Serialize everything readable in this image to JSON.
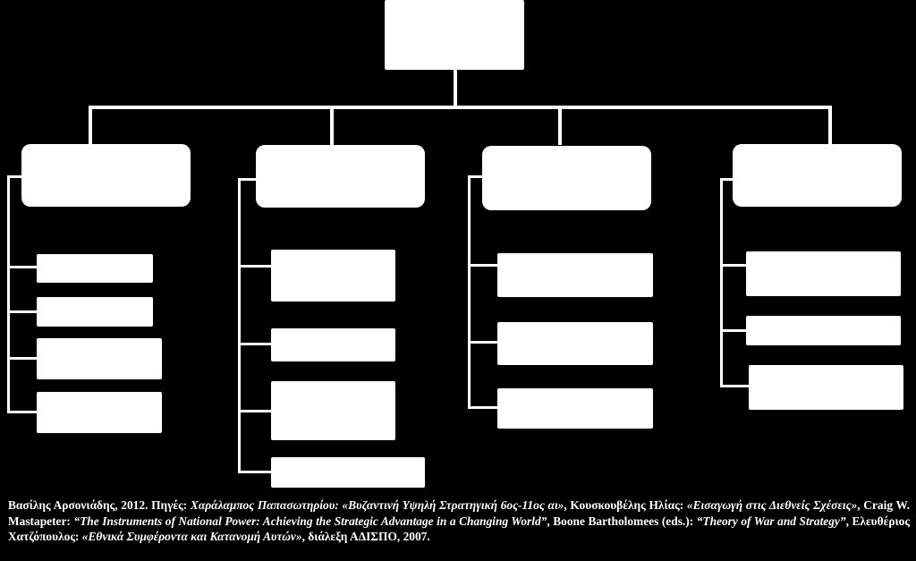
{
  "colors": {
    "background": "#000000",
    "box": "#ffffff",
    "line": "#ffffff",
    "text": "#ffffff"
  },
  "diagram": {
    "root": {
      "label": ""
    },
    "columns": [
      {
        "label": "",
        "items": [
          {
            "label": ""
          },
          {
            "label": ""
          },
          {
            "label": ""
          },
          {
            "label": ""
          }
        ]
      },
      {
        "label": "",
        "items": [
          {
            "label": ""
          },
          {
            "label": ""
          },
          {
            "label": ""
          },
          {
            "label": ""
          }
        ]
      },
      {
        "label": "",
        "items": [
          {
            "label": ""
          },
          {
            "label": ""
          },
          {
            "label": ""
          }
        ]
      },
      {
        "label": "",
        "items": [
          {
            "label": ""
          },
          {
            "label": ""
          },
          {
            "label": ""
          }
        ]
      }
    ]
  },
  "source": {
    "p1": "Βασίλης Αρσονιάδης, 2012. Πηγές: ",
    "p2": "Χαράλαμπος Παπασωτηρίου: «Βυζαντινή Υψηλή Στρατηγική 6ος-11ος αι»",
    "p3": ", Κουσκουβέλης Ηλίας: ",
    "p4": "«Εισαγωγή στις Διεθνείς Σχέσεις»",
    "p5": ", Craig W. Mastapeter: ",
    "p6": "“The Instruments of National Power: Achieving the Strategic Advantage in a Changing World”",
    "p7": ", Boone Bartholomees (eds.): ",
    "p8": "“Theory of War and Strategy”",
    "p9": ", Ελευθέριος Χατζόπουλος: ",
    "p10": "«Εθνικά Συμφέροντα και Κατανομή Αυτών»",
    "p11": ", διάλεξη ΑΔΙΣΠΟ, 2007."
  }
}
